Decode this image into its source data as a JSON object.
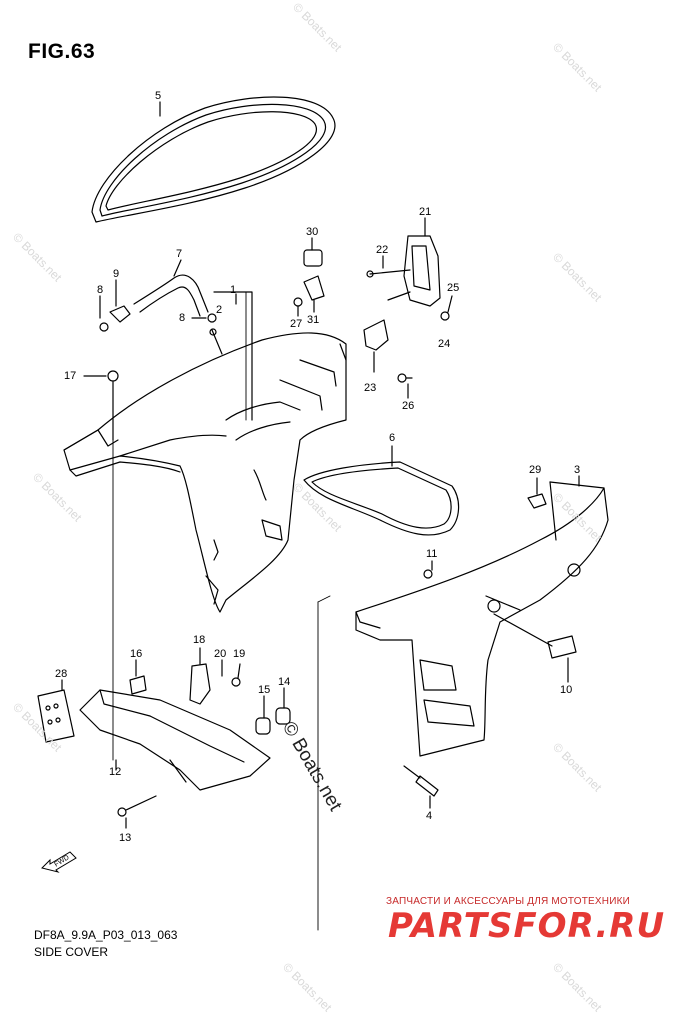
{
  "figure": {
    "title": "FIG.63",
    "diagram_code": "DF8A_9.9A_P03_013_063",
    "diagram_name": "SIDE COVER"
  },
  "callouts": [
    {
      "id": "label-1",
      "text": "1"
    },
    {
      "id": "label-2",
      "text": "2"
    },
    {
      "id": "label-3",
      "text": "3"
    },
    {
      "id": "label-4",
      "text": "4"
    },
    {
      "id": "label-5",
      "text": "5"
    },
    {
      "id": "label-6",
      "text": "6"
    },
    {
      "id": "label-7",
      "text": "7"
    },
    {
      "id": "label-8a",
      "text": "8"
    },
    {
      "id": "label-8b",
      "text": "8"
    },
    {
      "id": "label-9",
      "text": "9"
    },
    {
      "id": "label-10",
      "text": "10"
    },
    {
      "id": "label-11",
      "text": "11"
    },
    {
      "id": "label-12",
      "text": "12"
    },
    {
      "id": "label-13",
      "text": "13"
    },
    {
      "id": "label-14",
      "text": "14"
    },
    {
      "id": "label-15",
      "text": "15"
    },
    {
      "id": "label-16",
      "text": "16"
    },
    {
      "id": "label-17",
      "text": "17"
    },
    {
      "id": "label-18",
      "text": "18"
    },
    {
      "id": "label-19",
      "text": "19"
    },
    {
      "id": "label-20",
      "text": "20"
    },
    {
      "id": "label-21",
      "text": "21"
    },
    {
      "id": "label-22",
      "text": "22"
    },
    {
      "id": "label-23",
      "text": "23"
    },
    {
      "id": "label-24",
      "text": "24"
    },
    {
      "id": "label-25",
      "text": "25"
    },
    {
      "id": "label-26",
      "text": "26"
    },
    {
      "id": "label-27",
      "text": "27"
    },
    {
      "id": "label-28",
      "text": "28"
    },
    {
      "id": "label-29",
      "text": "29"
    },
    {
      "id": "label-30",
      "text": "30"
    },
    {
      "id": "label-31",
      "text": "31"
    }
  ],
  "fwd_marker": "FWD",
  "watermark": {
    "text": "© Boats.net",
    "color": "#d9d9d9"
  },
  "brand": {
    "subtitle": "ЗАПЧАСТИ И АКСЕССУАРЫ ДЛЯ МОТОТЕХНИКИ",
    "name": "PARTSFOR.RU",
    "color": "#e53935"
  }
}
